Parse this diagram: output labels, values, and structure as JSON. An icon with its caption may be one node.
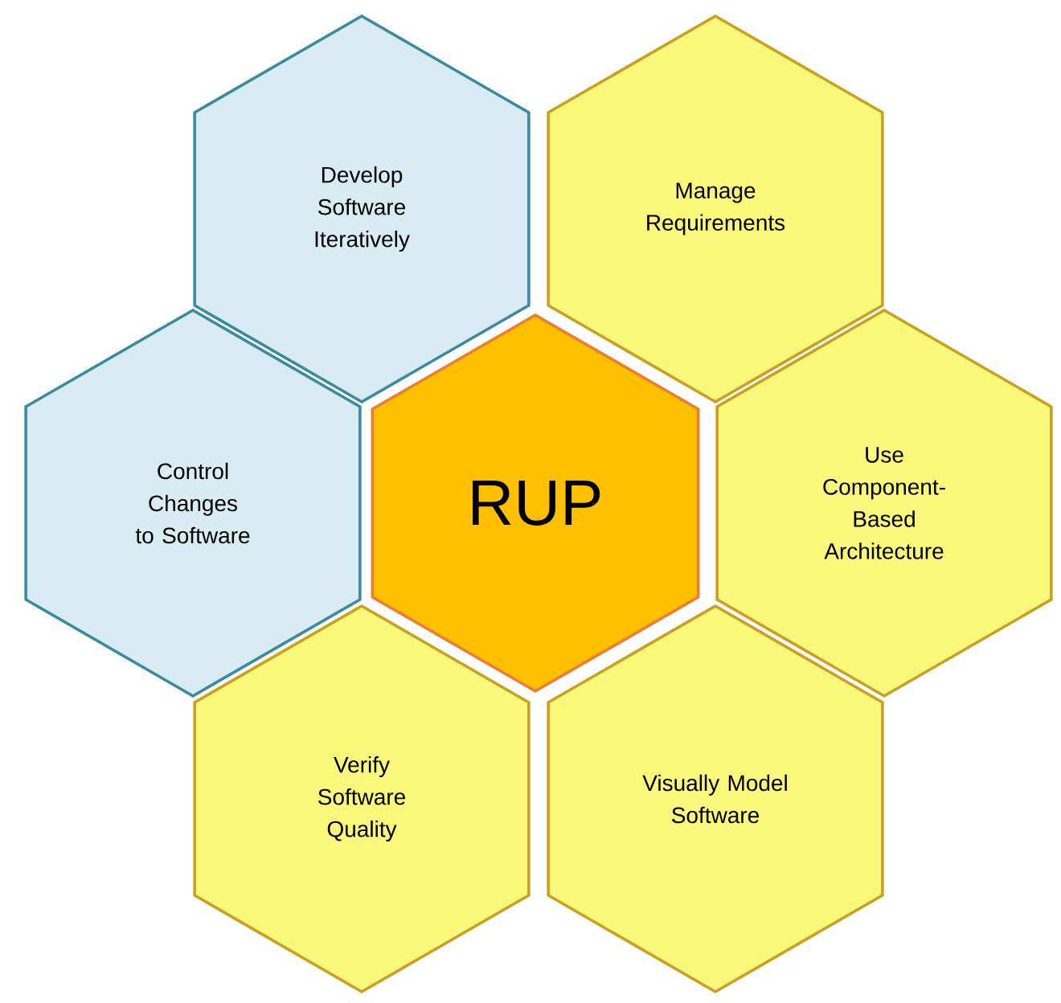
{
  "diagram": {
    "nodes": [
      {
        "text": [
          "Develop Software Iteratively"
        ]
      },
      {
        "text": [
          "Manage Requirements"
        ]
      },
      {
        "text": [
          "Control Changes to Software"
        ]
      },
      {
        "text": [
          "RUP"
        ]
      },
      {
        "text": [
          "Use Component-Based Architecture"
        ]
      },
      {
        "text": [
          "Verify Software Quality"
        ]
      },
      {
        "text": [
          "Visually Model Software"
        ]
      }
    ]
  }
}
